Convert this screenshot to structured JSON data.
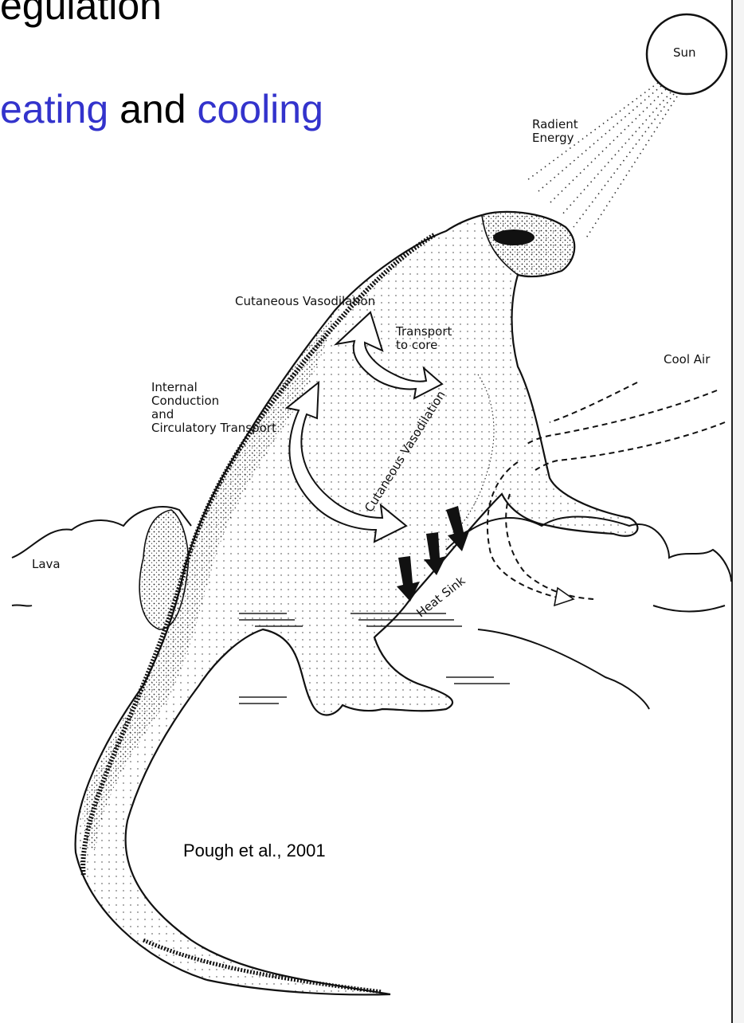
{
  "title": {
    "text": "egulation"
  },
  "subtitle": {
    "part1": "eating",
    "part2": " and ",
    "part3": "cooling"
  },
  "labels": {
    "sun": "Sun",
    "radiant_energy": "Radient\nEnergy",
    "cutaneous_vasodilation_top": "Cutaneous  Vasodilation",
    "transport_to_core": "Transport\nto core",
    "cool_air": "Cool Air",
    "internal_conduction": "Internal\nConduction\nand\nCirculatory Transport",
    "cutaneous_vasodilation_side": "Cutaneous Vasodilation",
    "heat_sink": "Heat Sink",
    "lava": "Lava"
  },
  "citation": "Pough et al., 2001",
  "colors": {
    "accent_blue": "#3333cc",
    "ink": "#111111"
  }
}
